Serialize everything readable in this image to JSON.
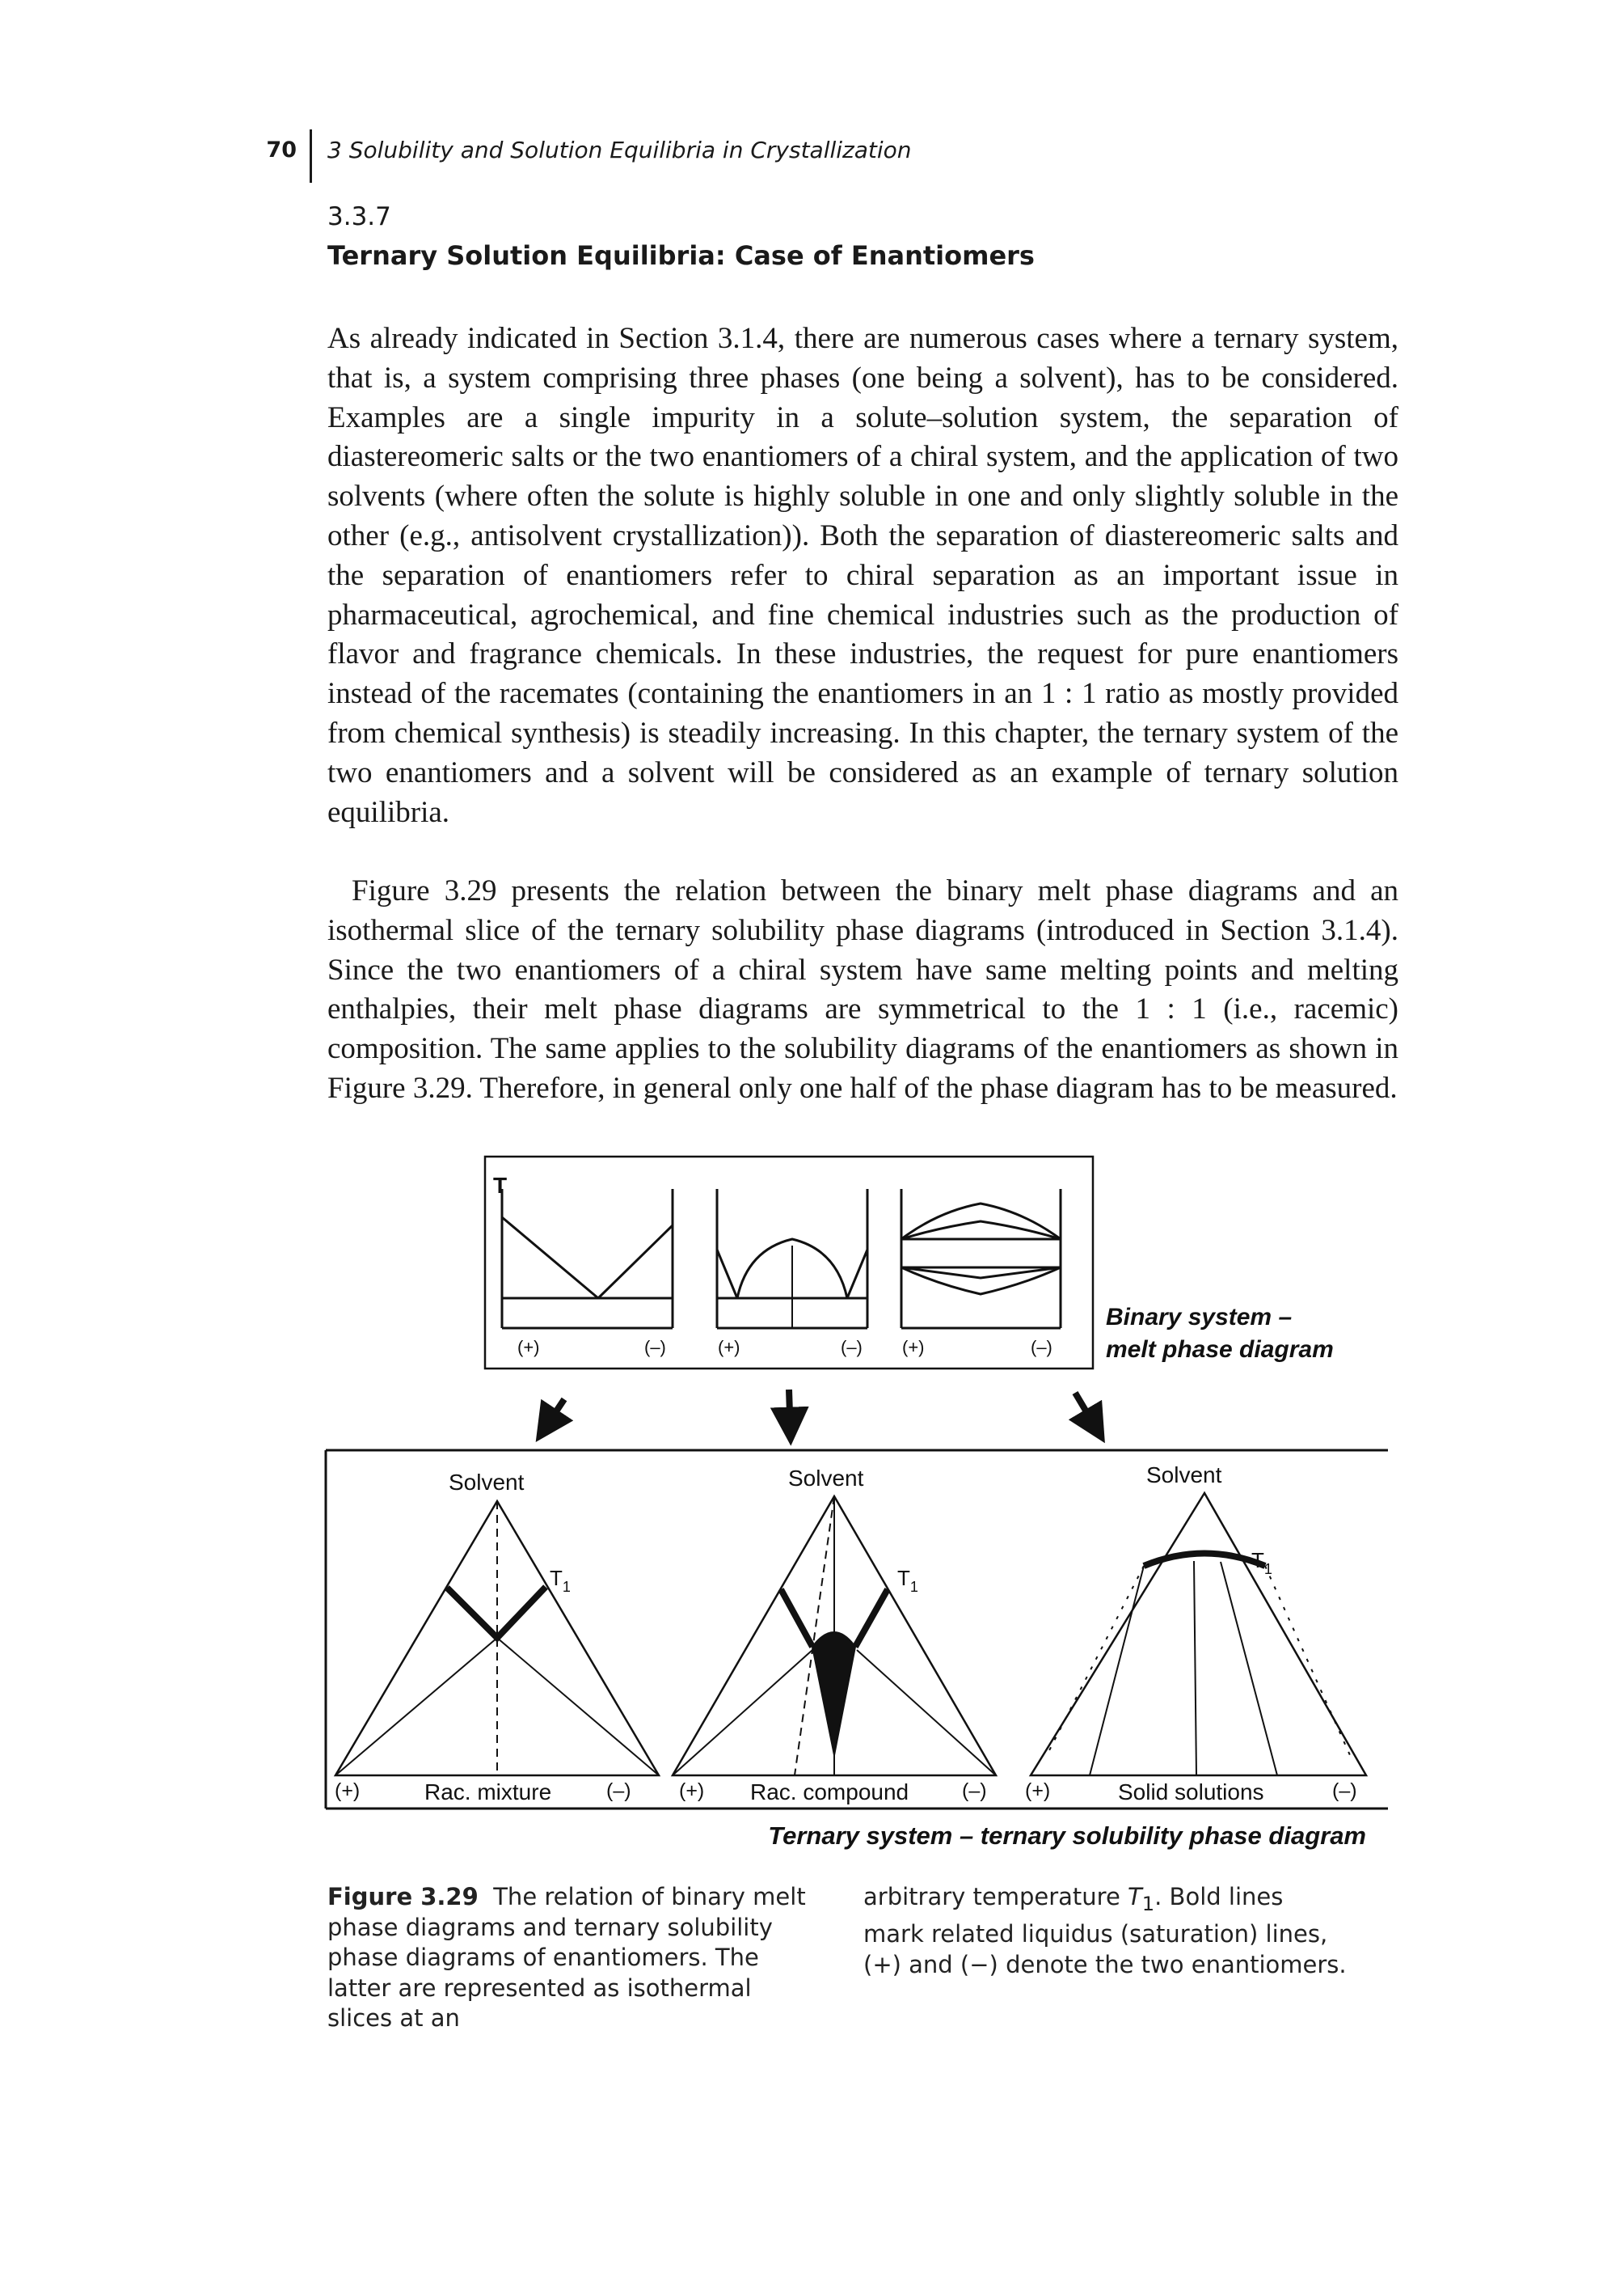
{
  "header": {
    "page_number": "70",
    "running_title": "3 Solubility and Solution Equilibria in Crystallization"
  },
  "section": {
    "number": "3.3.7",
    "title": "Ternary Solution Equilibria: Case of Enantiomers"
  },
  "paragraphs": [
    "As already indicated in Section 3.1.4, there are numerous cases where a ternary system, that is, a system comprising three phases (one being a solvent), has to be considered. Examples are a single impurity in a solute–solution system, the separation of diastereomeric salts or the two enantiomers of a chiral system, and the application of two solvents (where often the solute is highly soluble in one and only slightly soluble in the other (e.g., antisolvent crystallization)). Both the separation of diastereomeric salts and the separation of enantiomers refer to chiral separation as an important issue in pharmaceutical, agrochemical, and fine chemical industries such as the production of flavor and fragrance chemicals. In these industries, the request for pure enantiomers instead of the racemates (containing the enantiomers in an 1 : 1 ratio as mostly provided from chemical synthesis) is steadily increasing. In this chapter, the ternary system of the two enantiomers and a solvent will be considered as an example of ternary solution equilibria.",
    "Figure 3.29 presents the relation between the binary melt phase diagrams and an isothermal slice of the ternary solubility phase diagrams (introduced in Section 3.1.4). Since the two enantiomers of a chiral system have same melting points and melting enthalpies, their melt phase diagrams are symmetrical to the 1 : 1 (i.e., racemic) composition. The same applies to the solubility diagrams of the enantiomers as shown in Figure 3.29. Therefore, in general only one half of the phase diagram has to be measured."
  ],
  "figure": {
    "axis_label_T": "T",
    "plus": "(+)",
    "minus": "(–)",
    "binary_label_line1": "Binary system –",
    "binary_label_line2": "melt phase diagram",
    "solvent": "Solvent",
    "t1": "T",
    "t1_sub": "1",
    "rac_mixture": "Rac. mixture",
    "rac_compound": "Rac. compound",
    "solid_solutions": "Solid solutions",
    "ternary_label": "Ternary system – ternary solubility phase diagram"
  },
  "caption": {
    "label": "Figure 3.29",
    "left": "The relation of binary melt phase diagrams and ternary solubility phase diagrams of enantiomers. The latter are represented as isothermal slices at an",
    "right_a": "arbitrary temperature ",
    "right_t": "T",
    "right_sub": "1",
    "right_b": ". Bold lines mark related liquidus (saturation) lines, (+) and (−) denote the two enantiomers."
  }
}
